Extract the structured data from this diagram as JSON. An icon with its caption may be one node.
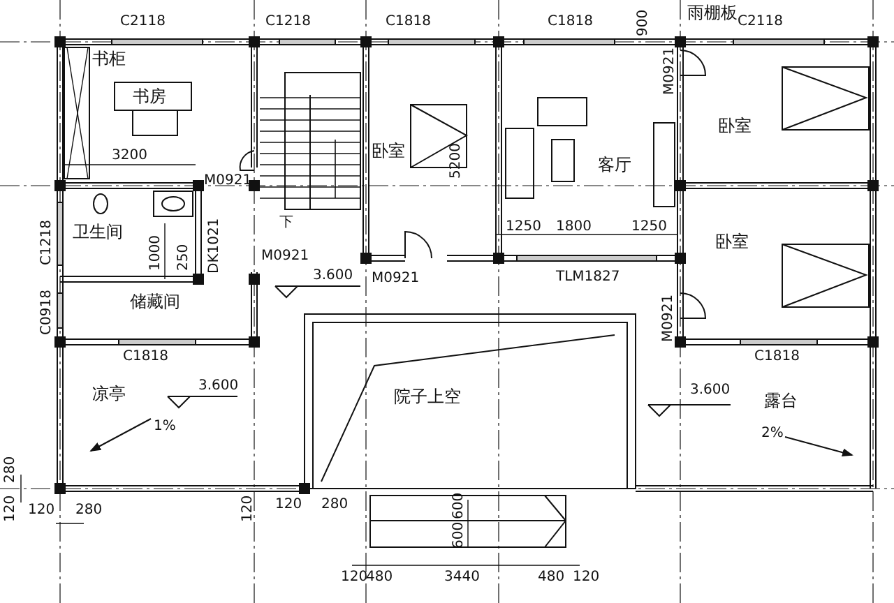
{
  "diagram": {
    "labels": [
      "C2118",
      "C1218",
      "C1818",
      "C1818",
      "900",
      "雨棚板",
      "C2118",
      "书柜",
      "书房",
      "M0921",
      "卧室",
      "5200",
      "客厅",
      "卧室",
      "3200",
      "M0921",
      "C1218",
      "卫生间",
      "下",
      "1000",
      "250",
      "DK1021",
      "1250",
      "1800",
      "1250",
      "卧室",
      "M0921",
      "3.600",
      "M0921",
      "TLM1827",
      "C0918",
      "储藏间",
      "M0921",
      "C1818",
      "C1818",
      "凉亭",
      "3.600",
      "院子上空",
      "3.600",
      "露台",
      "1%",
      "2%",
      "280",
      "120",
      "120",
      "280",
      "120",
      "120",
      "280",
      "600",
      "600",
      "120",
      "480",
      "3440",
      "480",
      "120"
    ]
  }
}
